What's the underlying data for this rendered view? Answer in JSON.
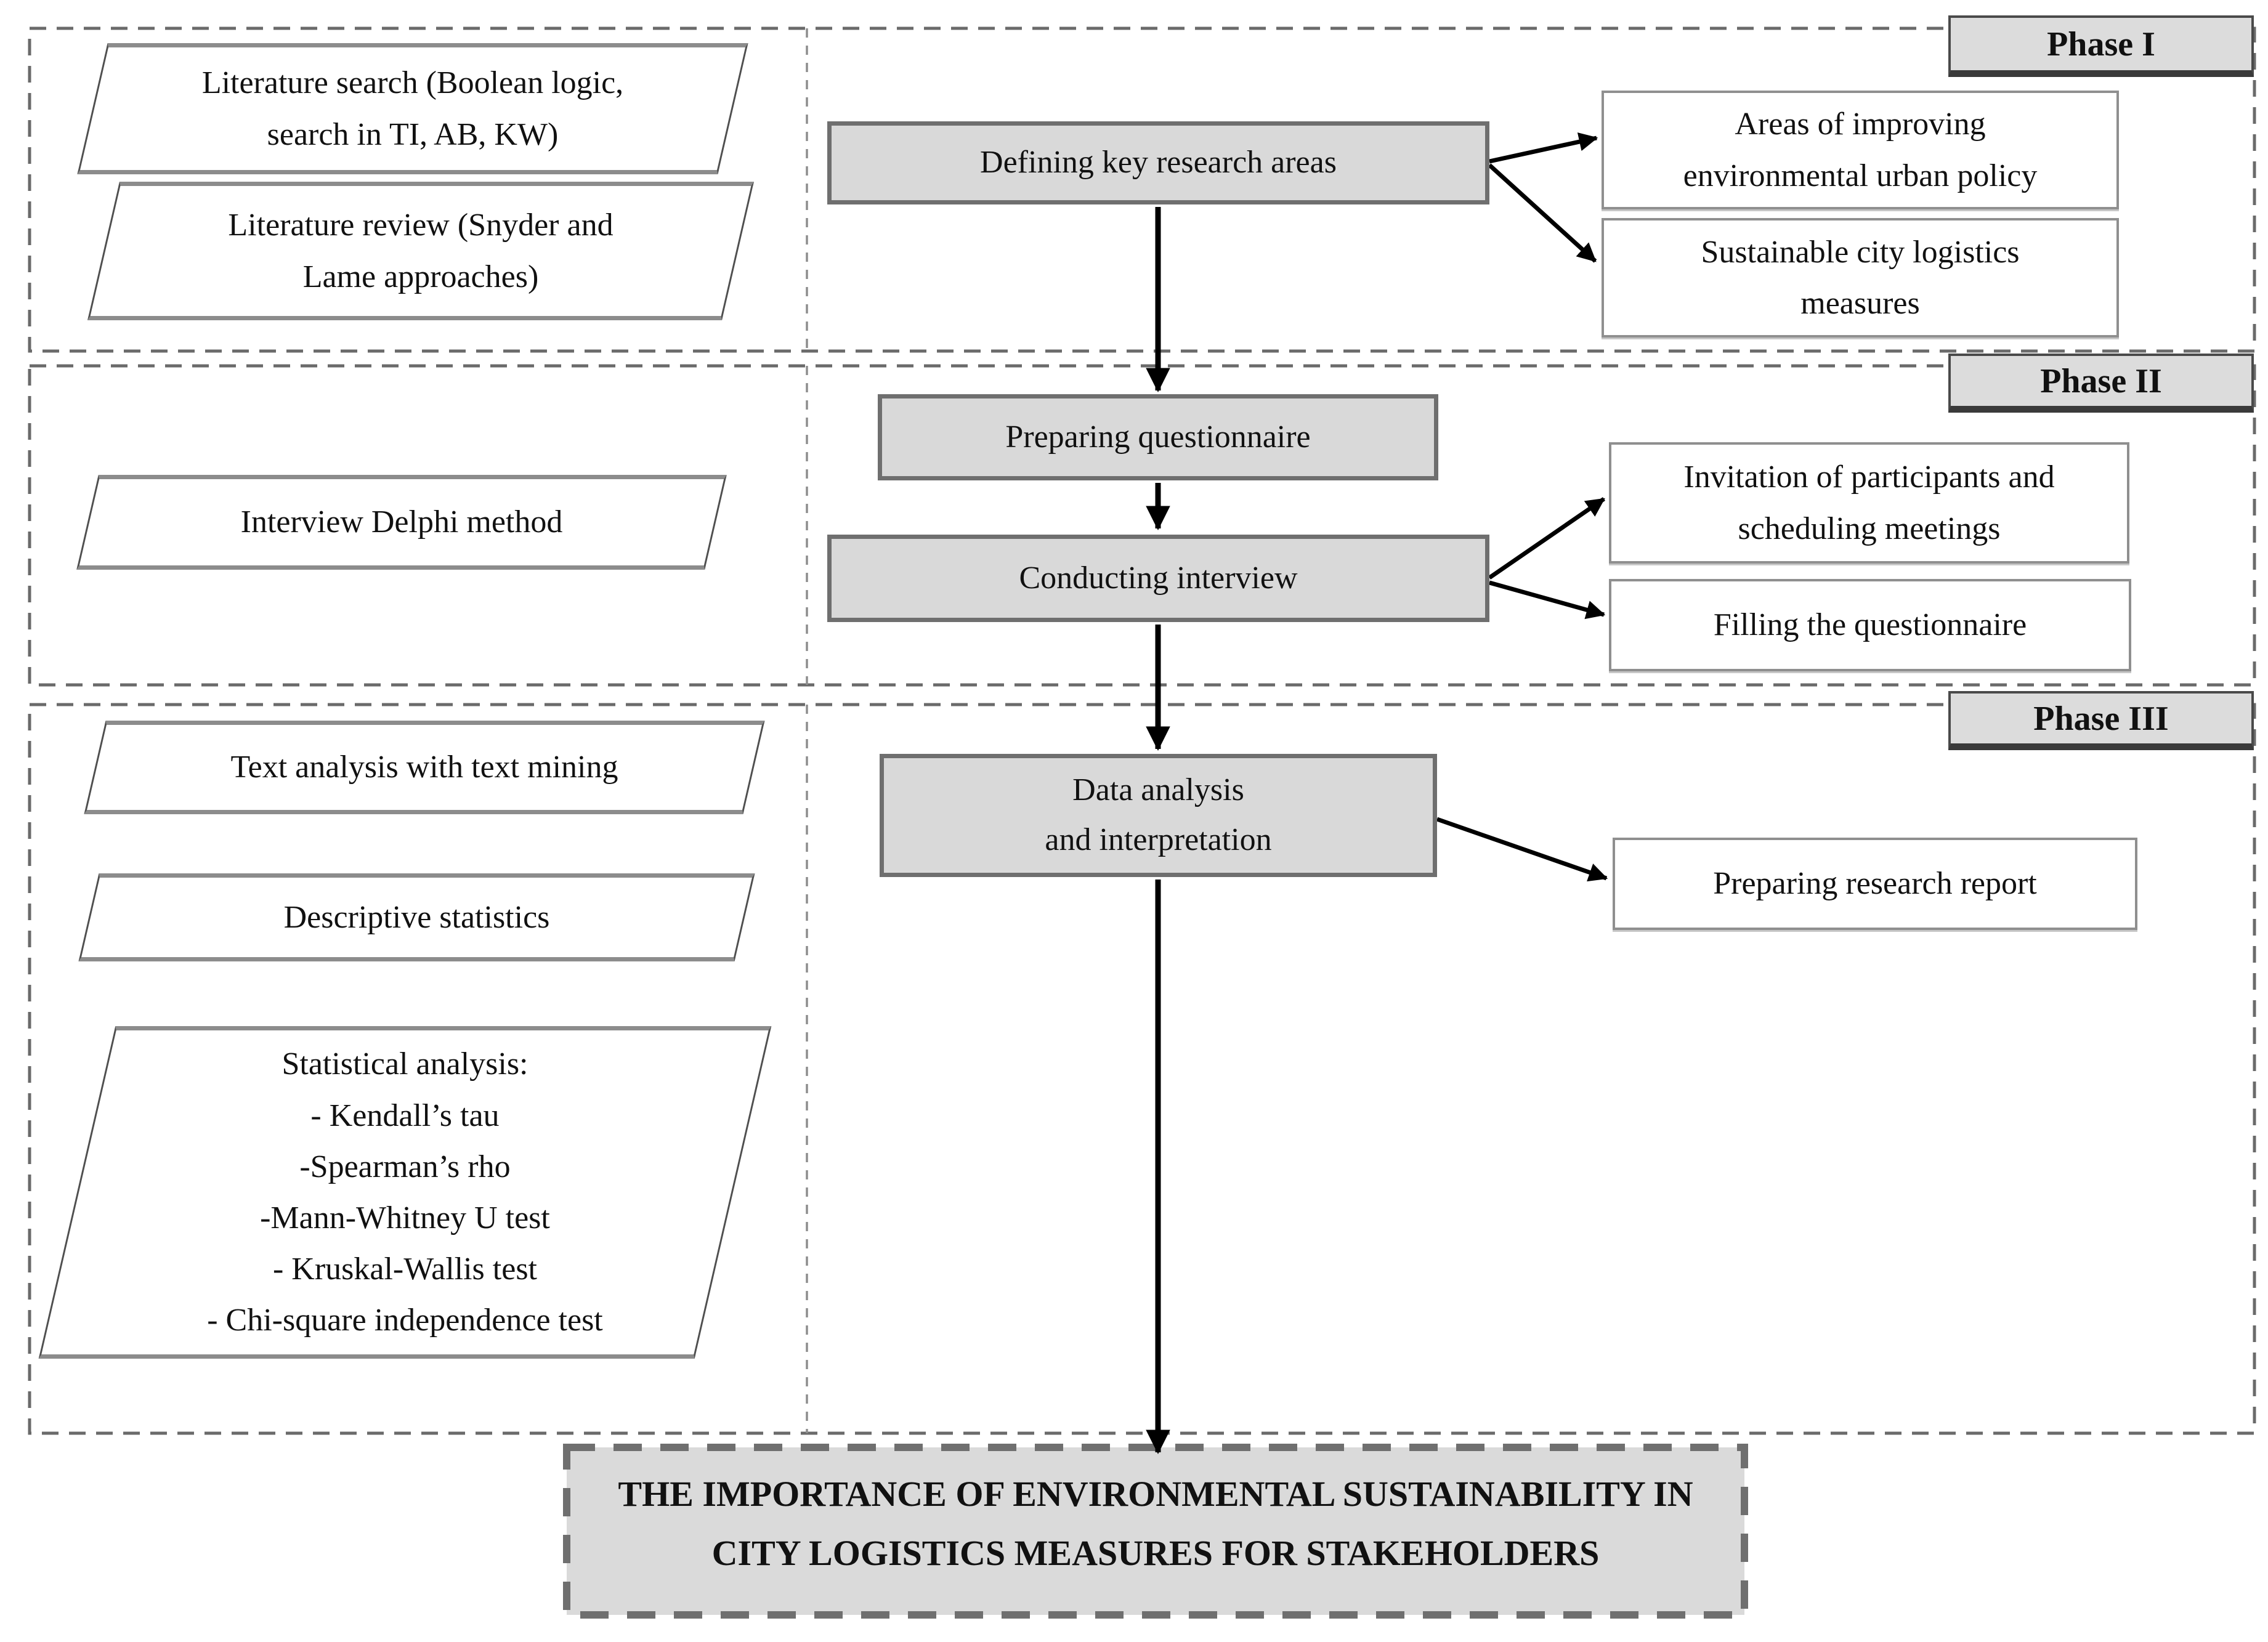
{
  "phases": [
    {
      "label": "Phase I"
    },
    {
      "label": "Phase II"
    },
    {
      "label": "Phase III"
    }
  ],
  "left_column": {
    "literature_search": "Literature search (Boolean logic,\nsearch in TI, AB, KW)",
    "literature_review": "Literature review (Snyder and\nLame approaches)",
    "interview_delphi": "Interview Delphi method",
    "text_mining": "Text analysis with text mining",
    "descriptive_statistics": "Descriptive statistics",
    "statistical_analysis": "Statistical analysis:\n- Kendall’s tau\n-Spearman’s rho\n-Mann-Whitney U test\n- Kruskal-Wallis test\n- Chi-square independence test"
  },
  "process": {
    "defining": "Defining key research areas",
    "preparing": "Preparing questionnaire",
    "conducting": "Conducting interview",
    "data_analysis": "Data analysis\nand interpretation"
  },
  "outputs": {
    "areas": "Areas of improving\nenvironmental urban policy",
    "sustainable": "Sustainable city logistics\nmeasures",
    "invitation": "Invitation of participants and\nscheduling meetings",
    "filling": "Filling the questionnaire",
    "report": "Preparing research report"
  },
  "conclusion": "THE IMPORTANCE OF ENVIRONMENTAL SUSTAINABILITY IN\nCITY LOGISTICS MEASURES FOR STAKEHOLDERS",
  "colors": {
    "process_fill": "#d9d9d9",
    "process_border": "#6f6f6f",
    "label_fill": "#dcdcdc",
    "dashed_border": "#6a6a6a",
    "arrow": "#000000"
  }
}
